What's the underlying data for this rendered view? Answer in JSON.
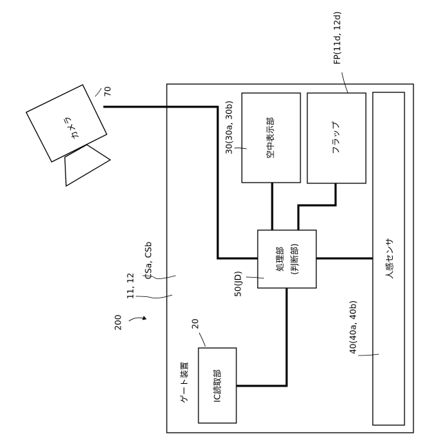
{
  "figure": {
    "system_ref": "200",
    "gate_refs": "11, 12",
    "cs_refs": "CSa, CSb"
  },
  "camera": {
    "label": "カメラ",
    "ref": "70"
  },
  "gate": {
    "label": "ゲート装置"
  },
  "aerial_display": {
    "label": "空中表示部",
    "ref": "30(30a, 30b)"
  },
  "flap": {
    "label": "フラップ",
    "ref": "FP(11d, 12d)"
  },
  "human_sensor": {
    "label": "人感センサ",
    "ref": "40(40a, 40b)"
  },
  "processor": {
    "label_line1": "処理部",
    "label_line2": "(判断部)",
    "ref": "50(JD)"
  },
  "ic_reader": {
    "label": "IC読取部",
    "ref": "20"
  }
}
